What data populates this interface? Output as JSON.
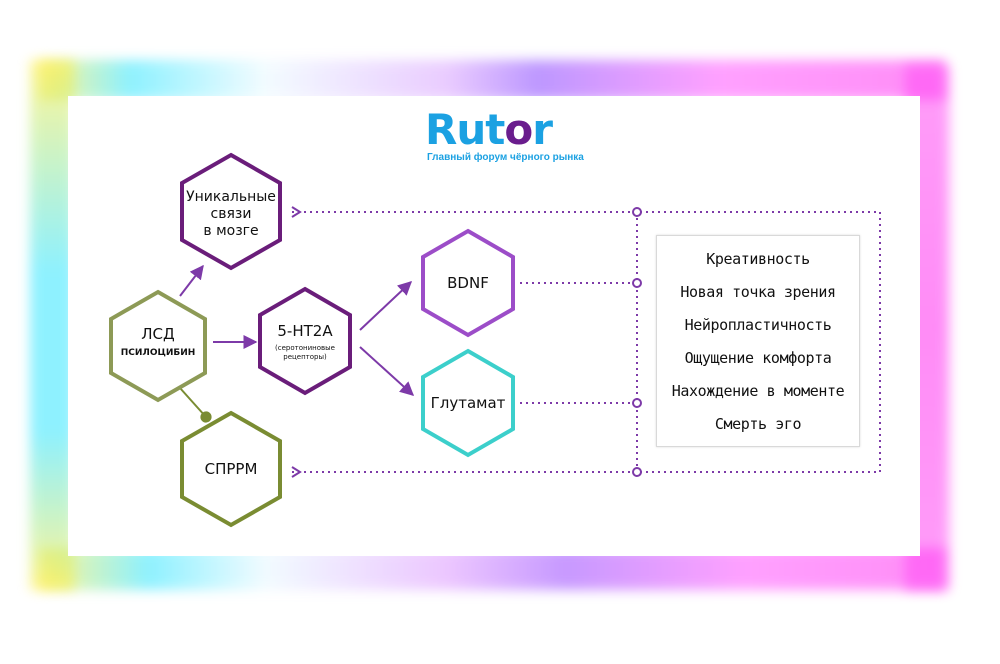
{
  "logo": {
    "brand_pre": "Rut",
    "brand_o": "o",
    "brand_post": "r",
    "tagline": "Главный форум чёрного рынка"
  },
  "nodes": {
    "lsd": {
      "label_main": "ЛСД",
      "label_sub": "ПСИЛОЦИБИН",
      "color": "#8d9a56"
    },
    "unique": {
      "lines": [
        "Уникальные",
        "связи",
        "в мозге"
      ],
      "color": "#6a1d7a"
    },
    "sprm": {
      "label": "СПРРМ",
      "color": "#7a8c32"
    },
    "ht2a": {
      "label_main": "5-HT2A",
      "label_sub1": "(серотониновые",
      "label_sub2": "рецепторы)",
      "color": "#6a1d7a"
    },
    "bdnf": {
      "label": "BDNF",
      "color": "#9c4dc8"
    },
    "glutamate": {
      "label": "Глутамат",
      "color": "#3ccfcb"
    }
  },
  "effects": [
    "Креативность",
    "Новая точка зрения",
    "Нейропластичность",
    "Ощущение комфорта",
    "Нахождение в моменте",
    "Смерть эго"
  ],
  "colors": {
    "arrow": "#7d3aa8",
    "dotted": "#7d3aa8",
    "brand": "#1ba1e2"
  }
}
